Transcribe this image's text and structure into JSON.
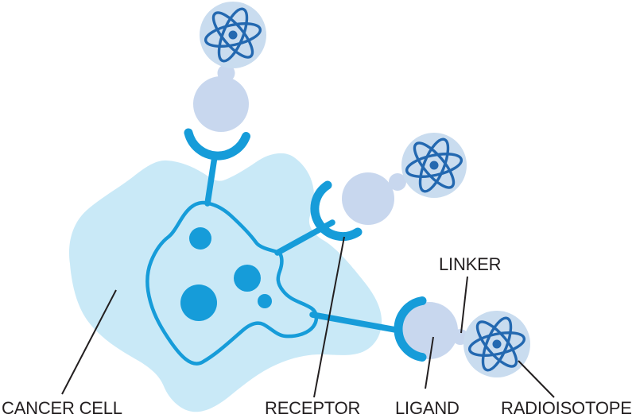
{
  "figure": {
    "labels": {
      "cancer_cell": "CANCER CELL",
      "receptor": "RECEPTOR",
      "ligand": "LIGAND",
      "linker": "LINKER",
      "radioisotope": "RADIOISOTOPE"
    },
    "colors": {
      "background": "#ffffff",
      "cancer_cell_fill": "#c9e9f7",
      "membrane_and_receptor_blue": "#169cd9",
      "ligand_fill": "#c8d7ee",
      "radioisotope_fill": "#c9dcef",
      "atom_symbol_blue": "#2368b0",
      "label_text": "#231f20"
    },
    "icons": {
      "radioisotope_symbol": "atom-icon",
      "receptor_symbol": "receptor-cup-icon"
    }
  }
}
